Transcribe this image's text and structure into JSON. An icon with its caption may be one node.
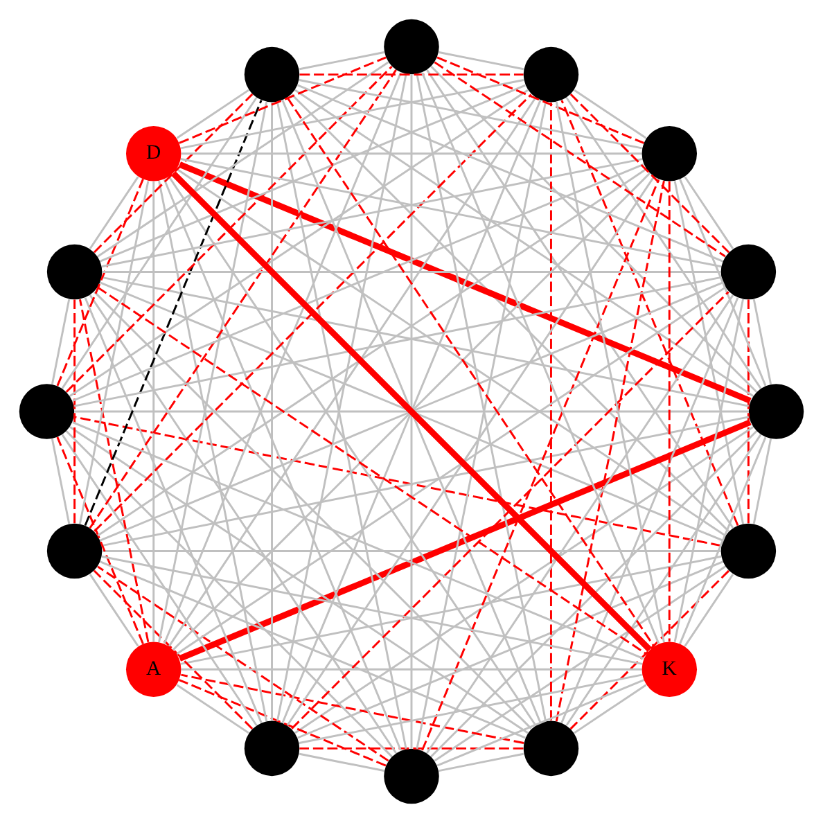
{
  "diagram": {
    "nodes": [
      {
        "text": [],
        "shape": "circle"
      },
      {
        "text": [],
        "shape": "circle"
      },
      {
        "text": [],
        "shape": "circle"
      },
      {
        "text": [],
        "shape": "circle"
      },
      {
        "text": [],
        "shape": "circle"
      },
      {
        "text": [
          "A"
        ]
      },
      {
        "text": [],
        "shape": "circle"
      },
      {
        "text": [],
        "shape": "circle"
      },
      {
        "text": [],
        "shape": "circle"
      },
      {
        "text": [
          "D"
        ]
      },
      {
        "text": [],
        "shape": "circle"
      },
      {
        "text": [],
        "shape": "circle"
      },
      {
        "text": [],
        "shape": "circle"
      },
      {
        "text": [],
        "shape": "circle"
      },
      {
        "text": [],
        "shape": "circle"
      },
      {
        "text": [
          "K"
        ]
      }
    ],
    "edges": [
      {
        "from": 0,
        "to": 1,
        "arrow": "none"
      },
      {
        "from": 0,
        "to": 2,
        "arrow": "none",
        "style": "dashed",
        "color": "#ff0000"
      },
      {
        "from": 0,
        "to": 3,
        "arrow": "none"
      },
      {
        "from": 0,
        "to": 4,
        "arrow": "none"
      },
      {
        "from": 0,
        "to": 5,
        "arrow": "none"
      },
      {
        "from": 0,
        "to": 6,
        "arrow": "none"
      },
      {
        "from": 0,
        "to": 7,
        "arrow": "none",
        "style": "dashed",
        "color": "#ff0000"
      },
      {
        "from": 0,
        "to": 8,
        "arrow": "none"
      },
      {
        "from": 0,
        "to": 9,
        "arrow": "none"
      },
      {
        "from": 0,
        "to": 10,
        "arrow": "none"
      },
      {
        "from": 0,
        "to": 11,
        "arrow": "none"
      },
      {
        "from": 0,
        "to": 12,
        "arrow": "none",
        "style": "dashed",
        "color": "#ff0000"
      },
      {
        "from": 0,
        "to": 13,
        "arrow": "none"
      },
      {
        "from": 0,
        "to": 14,
        "arrow": "none",
        "style": "dashed",
        "color": "#ff0000"
      },
      {
        "from": 0,
        "to": 15,
        "arrow": "none"
      },
      {
        "from": 1,
        "to": 2,
        "arrow": "none"
      },
      {
        "from": 1,
        "to": 3,
        "arrow": "none"
      },
      {
        "from": 1,
        "to": 4,
        "arrow": "none"
      },
      {
        "from": 1,
        "to": 5,
        "arrow": "none",
        "style": "thick",
        "color": "#ff0000"
      },
      {
        "from": 1,
        "to": 6,
        "arrow": "none"
      },
      {
        "from": 1,
        "to": 7,
        "arrow": "none"
      },
      {
        "from": 1,
        "to": 8,
        "arrow": "none"
      },
      {
        "from": 1,
        "to": 9,
        "arrow": "none",
        "style": "thick",
        "color": "#ff0000"
      },
      {
        "from": 1,
        "to": 10,
        "arrow": "none"
      },
      {
        "from": 1,
        "to": 11,
        "arrow": "none"
      },
      {
        "from": 1,
        "to": 12,
        "arrow": "none"
      },
      {
        "from": 1,
        "to": 13,
        "arrow": "none"
      },
      {
        "from": 1,
        "to": 14,
        "arrow": "none"
      },
      {
        "from": 1,
        "to": 15,
        "arrow": "none"
      },
      {
        "from": 2,
        "to": 3,
        "arrow": "none"
      },
      {
        "from": 2,
        "to": 4,
        "arrow": "none",
        "style": "dashed",
        "color": "#ff0000"
      },
      {
        "from": 2,
        "to": 5,
        "arrow": "none",
        "style": "dashed",
        "color": "#ff0000"
      },
      {
        "from": 2,
        "to": 6,
        "arrow": "none"
      },
      {
        "from": 2,
        "to": 7,
        "arrow": "none"
      },
      {
        "from": 2,
        "to": 8,
        "arrow": "none"
      },
      {
        "from": 2,
        "to": 9,
        "arrow": "none"
      },
      {
        "from": 2,
        "to": 10,
        "arrow": "none"
      },
      {
        "from": 2,
        "to": 11,
        "arrow": "none"
      },
      {
        "from": 2,
        "to": 12,
        "arrow": "none",
        "style": "dashed",
        "color": "#ff0000"
      },
      {
        "from": 2,
        "to": 13,
        "arrow": "none",
        "style": "dashed",
        "color": "#ff0000"
      },
      {
        "from": 2,
        "to": 14,
        "arrow": "none"
      },
      {
        "from": 2,
        "to": 15,
        "arrow": "none"
      },
      {
        "from": 3,
        "to": 4,
        "arrow": "none"
      },
      {
        "from": 3,
        "to": 5,
        "arrow": "none",
        "style": "dashed",
        "color": "#ff0000"
      },
      {
        "from": 3,
        "to": 6,
        "arrow": "none",
        "style": "dashed",
        "color": "#ff0000"
      },
      {
        "from": 3,
        "to": 7,
        "arrow": "none"
      },
      {
        "from": 3,
        "to": 8,
        "arrow": "none"
      },
      {
        "from": 3,
        "to": 9,
        "arrow": "none"
      },
      {
        "from": 3,
        "to": 10,
        "arrow": "none"
      },
      {
        "from": 3,
        "to": 11,
        "arrow": "none"
      },
      {
        "from": 3,
        "to": 12,
        "arrow": "none"
      },
      {
        "from": 3,
        "to": 13,
        "arrow": "none",
        "style": "dashed",
        "color": "#ff0000"
      },
      {
        "from": 3,
        "to": 14,
        "arrow": "none"
      },
      {
        "from": 3,
        "to": 15,
        "arrow": "none"
      },
      {
        "from": 4,
        "to": 5,
        "arrow": "none"
      },
      {
        "from": 4,
        "to": 6,
        "arrow": "none",
        "style": "dashed",
        "color": "#ff0000"
      },
      {
        "from": 4,
        "to": 7,
        "arrow": "none"
      },
      {
        "from": 4,
        "to": 8,
        "arrow": "none"
      },
      {
        "from": 4,
        "to": 9,
        "arrow": "none"
      },
      {
        "from": 4,
        "to": 10,
        "arrow": "none"
      },
      {
        "from": 4,
        "to": 11,
        "arrow": "none"
      },
      {
        "from": 4,
        "to": 12,
        "arrow": "none"
      },
      {
        "from": 4,
        "to": 13,
        "arrow": "none"
      },
      {
        "from": 4,
        "to": 14,
        "arrow": "none",
        "style": "dashed",
        "color": "#ff0000"
      },
      {
        "from": 4,
        "to": 15,
        "arrow": "none"
      },
      {
        "from": 5,
        "to": 6,
        "arrow": "none"
      },
      {
        "from": 5,
        "to": 7,
        "arrow": "none",
        "style": "dashed",
        "color": "#ff0000"
      },
      {
        "from": 5,
        "to": 8,
        "arrow": "none",
        "style": "dashed",
        "color": "#ff0000"
      },
      {
        "from": 5,
        "to": 9,
        "arrow": "none"
      },
      {
        "from": 5,
        "to": 10,
        "arrow": "none"
      },
      {
        "from": 5,
        "to": 11,
        "arrow": "none"
      },
      {
        "from": 5,
        "to": 12,
        "arrow": "none"
      },
      {
        "from": 5,
        "to": 13,
        "arrow": "none"
      },
      {
        "from": 5,
        "to": 14,
        "arrow": "none"
      },
      {
        "from": 5,
        "to": 15,
        "arrow": "none"
      },
      {
        "from": 6,
        "to": 7,
        "arrow": "none"
      },
      {
        "from": 6,
        "to": 8,
        "arrow": "none",
        "style": "dashed",
        "color": "#ff0000"
      },
      {
        "from": 6,
        "to": 9,
        "arrow": "none"
      },
      {
        "from": 6,
        "to": 10,
        "arrow": "none",
        "style": "dashed",
        "color": "#000000"
      },
      {
        "from": 6,
        "to": 11,
        "arrow": "none",
        "style": "dashed",
        "color": "#ff0000"
      },
      {
        "from": 6,
        "to": 12,
        "arrow": "none",
        "style": "dashed",
        "color": "#ff0000"
      },
      {
        "from": 6,
        "to": 13,
        "arrow": "none"
      },
      {
        "from": 6,
        "to": 14,
        "arrow": "none"
      },
      {
        "from": 6,
        "to": 15,
        "arrow": "none"
      },
      {
        "from": 7,
        "to": 8,
        "arrow": "none"
      },
      {
        "from": 7,
        "to": 9,
        "arrow": "none",
        "style": "dashed",
        "color": "#ff0000"
      },
      {
        "from": 7,
        "to": 10,
        "arrow": "none"
      },
      {
        "from": 7,
        "to": 11,
        "arrow": "none",
        "style": "dashed",
        "color": "#ff0000"
      },
      {
        "from": 7,
        "to": 12,
        "arrow": "none"
      },
      {
        "from": 7,
        "to": 13,
        "arrow": "none"
      },
      {
        "from": 7,
        "to": 14,
        "arrow": "none"
      },
      {
        "from": 7,
        "to": 15,
        "arrow": "none"
      },
      {
        "from": 8,
        "to": 9,
        "arrow": "none"
      },
      {
        "from": 8,
        "to": 10,
        "arrow": "none",
        "style": "dashed",
        "color": "#ff0000"
      },
      {
        "from": 8,
        "to": 11,
        "arrow": "none"
      },
      {
        "from": 8,
        "to": 12,
        "arrow": "none"
      },
      {
        "from": 8,
        "to": 13,
        "arrow": "none"
      },
      {
        "from": 8,
        "to": 14,
        "arrow": "none"
      },
      {
        "from": 8,
        "to": 15,
        "arrow": "none",
        "style": "dashed",
        "color": "#ff0000"
      },
      {
        "from": 9,
        "to": 10,
        "arrow": "none"
      },
      {
        "from": 9,
        "to": 11,
        "arrow": "none",
        "style": "dashed",
        "color": "#ff0000"
      },
      {
        "from": 9,
        "to": 12,
        "arrow": "none"
      },
      {
        "from": 9,
        "to": 13,
        "arrow": "none"
      },
      {
        "from": 9,
        "to": 14,
        "arrow": "none"
      },
      {
        "from": 9,
        "to": 15,
        "arrow": "none",
        "style": "thick",
        "color": "#ff0000"
      },
      {
        "from": 10,
        "to": 11,
        "arrow": "none"
      },
      {
        "from": 10,
        "to": 12,
        "arrow": "none",
        "style": "dashed",
        "color": "#ff0000"
      },
      {
        "from": 10,
        "to": 13,
        "arrow": "none"
      },
      {
        "from": 10,
        "to": 14,
        "arrow": "none"
      },
      {
        "from": 10,
        "to": 15,
        "arrow": "none",
        "style": "dashed",
        "color": "#ff0000"
      },
      {
        "from": 11,
        "to": 12,
        "arrow": "none"
      },
      {
        "from": 11,
        "to": 13,
        "arrow": "none",
        "style": "dashed",
        "color": "#ff0000"
      },
      {
        "from": 11,
        "to": 14,
        "arrow": "none",
        "style": "dashed",
        "color": "#ff0000"
      },
      {
        "from": 11,
        "to": 15,
        "arrow": "none"
      },
      {
        "from": 12,
        "to": 13,
        "arrow": "none"
      },
      {
        "from": 12,
        "to": 14,
        "arrow": "none",
        "style": "dashed",
        "color": "#ff0000"
      },
      {
        "from": 12,
        "to": 15,
        "arrow": "none"
      },
      {
        "from": 13,
        "to": 14,
        "arrow": "none"
      },
      {
        "from": 13,
        "to": 15,
        "arrow": "none",
        "style": "dashed",
        "color": "#ff0000"
      },
      {
        "from": 14,
        "to": 15,
        "arrow": "none"
      }
    ]
  }
}
